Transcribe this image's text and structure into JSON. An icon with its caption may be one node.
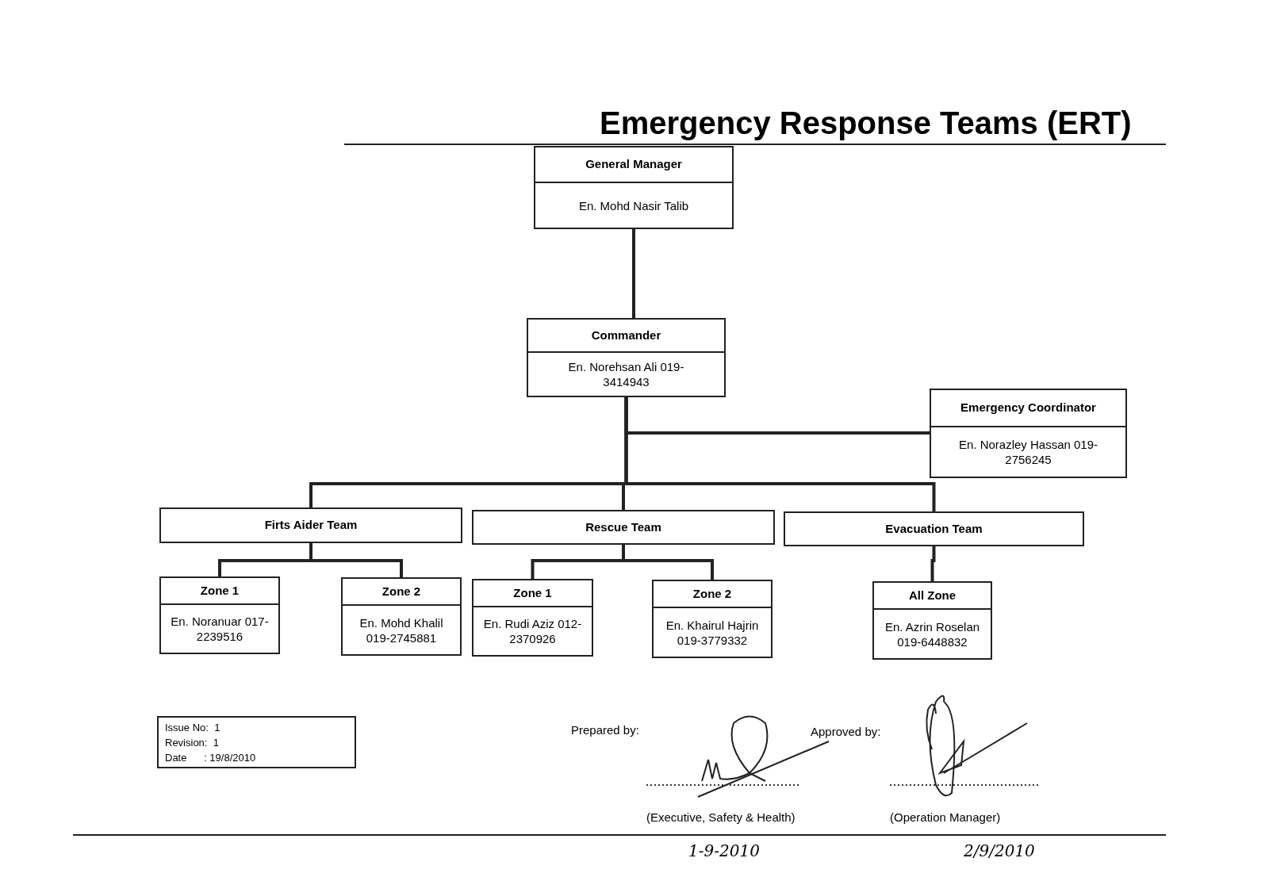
{
  "diagram": {
    "title": "Emergency Response Teams (ERT)",
    "nodes": [
      {
        "text": [
          "General Manager",
          "En. Mohd Nasir Talib"
        ]
      },
      {
        "text": [
          "Commander",
          "En. Norehsan Ali 019-3414943"
        ]
      },
      {
        "text": [
          "Emergency Coordinator",
          "En. Norazley Hassan 019-2756245"
        ]
      },
      {
        "text": [
          "Firts Aider Team"
        ]
      },
      {
        "text": [
          "Rescue Team"
        ]
      },
      {
        "text": [
          "Evacuation Team"
        ]
      },
      {
        "text": [
          "Zone 1",
          "En. Noranuar 017-2239516"
        ]
      },
      {
        "text": [
          "Zone 2",
          "En. Mohd Khalil 019-2745881"
        ]
      },
      {
        "text": [
          "Zone 1",
          "En. Rudi Aziz 012-2370926"
        ]
      },
      {
        "text": [
          "Zone 2",
          "En. Khairul Hajrin 019-3779332"
        ]
      },
      {
        "text": [
          "All Zone",
          "En. Azrin Roselan 019-6448832"
        ]
      },
      {
        "text": [
          "Issue No:  1",
          "Revision:  1",
          "Date      : 19/8/2010"
        ]
      }
    ],
    "edges": [
      {
        "from": 0,
        "to": 1,
        "arrow": "none"
      },
      {
        "from": 1,
        "to": 2,
        "arrow": "none"
      },
      {
        "from": 1,
        "to": 3,
        "arrow": "none"
      },
      {
        "from": 1,
        "to": 4,
        "arrow": "none"
      },
      {
        "from": 1,
        "to": 5,
        "arrow": "none"
      },
      {
        "from": 3,
        "to": 6,
        "arrow": "none"
      },
      {
        "from": 3,
        "to": 7,
        "arrow": "none"
      },
      {
        "from": 4,
        "to": 8,
        "arrow": "none"
      },
      {
        "from": 4,
        "to": 9,
        "arrow": "none"
      },
      {
        "from": 5,
        "to": 10,
        "arrow": "none"
      }
    ],
    "labels": [
      "Prepared by:",
      "Approved by:",
      "(Executive, Safety & Health)",
      "1-9-2010",
      "(Operation Manager)",
      "2/9/2010"
    ]
  }
}
